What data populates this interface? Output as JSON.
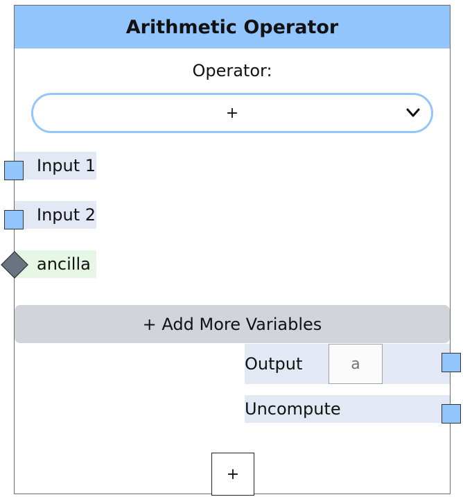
{
  "node": {
    "title": "Arithmetic Operator",
    "operator_label": "Operator:",
    "operator_value": "+",
    "inputs": [
      {
        "label": "Input 1",
        "kind": "quantum"
      },
      {
        "label": "Input 2",
        "kind": "quantum"
      },
      {
        "label": "ancilla",
        "kind": "ancilla"
      }
    ],
    "add_variables_label": "+ Add More Variables",
    "outputs": {
      "output_label": "Output",
      "output_placeholder": "a",
      "uncompute_label": "Uncompute"
    },
    "add_button_label": "+"
  },
  "colors": {
    "header": "#93c5fd",
    "port": "#93c5fd",
    "ancilla_port": "#6b7280",
    "quantum_row": "#e2e8f4",
    "ancilla_row": "#e6f7e6",
    "add_vars_bg": "#d1d5db"
  }
}
